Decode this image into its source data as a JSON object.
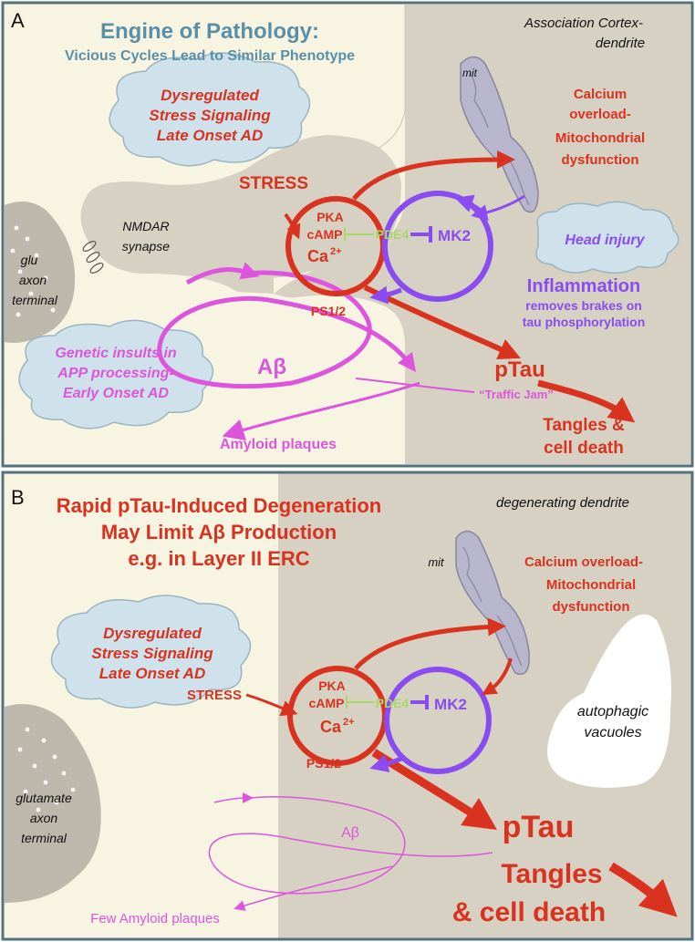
{
  "panelA": {
    "letter": "A",
    "title_line1": "Engine of Pathology:",
    "title_line2": "Vicious Cycles Lead to Similar Phenotype",
    "region_label_line1": "Association Cortex-",
    "region_label_line2": "dendrite",
    "cloud_stress_line1": "Dysregulated",
    "cloud_stress_line2": "Stress Signaling",
    "cloud_stress_line3": "Late Onset AD",
    "cloud_genetic_line1": "Genetic insults in",
    "cloud_genetic_line2": "APP processing-",
    "cloud_genetic_line3": "Early Onset AD",
    "cloud_head": "Head injury",
    "mit": "mit",
    "calcium_line1": "Calcium",
    "calcium_line2": "overload-",
    "calcium_line3": "Mitochondrial",
    "calcium_line4": "dysfunction",
    "stress": "STRESS",
    "nmdar_line1": "NMDAR",
    "nmdar_line2": "synapse",
    "axon_line1": "glu",
    "axon_line2": "axon",
    "axon_line3": "terminal",
    "pka": "PKA",
    "camp": "cAMP",
    "pde4": "PDE4",
    "mk2": "MK2",
    "ca": "Ca",
    "ca_sup": "2+",
    "ps12": "PS1/2",
    "inflammation": "Inflammation",
    "inflammation_sub1": "removes brakes on",
    "inflammation_sub2": "tau phosphorylation",
    "abeta": "Aβ",
    "ptau": "pTau",
    "traffic_jam": "“Traffic Jam”",
    "tangles_line1": "Tangles &",
    "tangles_line2": "cell death",
    "amyloid": "Amyloid plaques"
  },
  "panelB": {
    "letter": "B",
    "title_line1": "Rapid pTau-Induced Degeneration",
    "title_line2": "May Limit Aβ Production",
    "title_line3": "e.g. in Layer II ERC",
    "region_label": "degenerating dendrite",
    "cloud_stress_line1": "Dysregulated",
    "cloud_stress_line2": "Stress Signaling",
    "cloud_stress_line3": "Late Onset AD",
    "mit": "mit",
    "calcium_line1": "Calcium overload-",
    "calcium_line2": "Mitochondrial",
    "calcium_line3": "dysfunction",
    "vacuoles_line1": "autophagic",
    "vacuoles_line2": "vacuoles",
    "stress": "STRESS",
    "axon_line1": "glutamate",
    "axon_line2": "axon",
    "axon_line3": "terminal",
    "pka": "PKA",
    "camp": "cAMP",
    "pde4": "PDE4",
    "mk2": "MK2",
    "ca": "Ca",
    "ca_sup": "2+",
    "ps12": "PS1/2",
    "abeta": "Aβ",
    "ptau": "pTau",
    "tangles_line1": "Tangles",
    "tangles_line2": "& cell death",
    "amyloid": "Few Amyloid plaques"
  },
  "colors": {
    "red": "#d9321f",
    "purple": "#8a4cf0",
    "magenta": "#dd55dd",
    "title_blue": "#5a8fa8",
    "pde4_green": "#a8d86a",
    "frame": "#55707e",
    "cream": "#f8f4e2",
    "dendrite_gray": "#d6d1c2",
    "axon_gray": "#bcb8ac",
    "cloud_fill": "#cfe1ea"
  }
}
